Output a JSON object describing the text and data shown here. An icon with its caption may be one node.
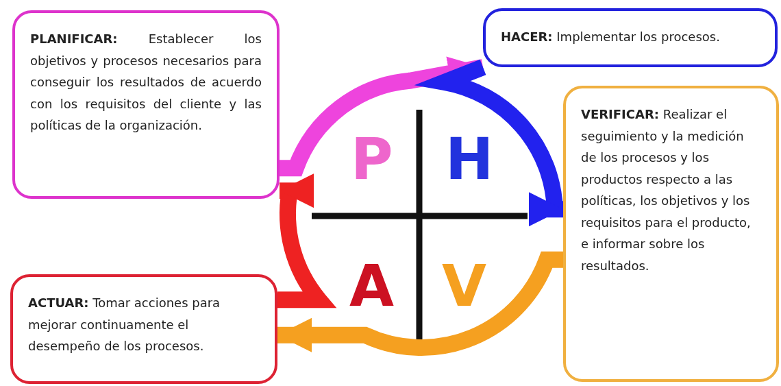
{
  "diagram": {
    "nodes": [
      {
        "text": [
          "**PLANIFICAR:** Establecer los objetivos y procesos necesarios para conseguir los resultados de acuerdo con los requisitos del cliente y las políticas de la organización."
        ]
      },
      {
        "text": [
          "**HACER:** Implementar los procesos."
        ]
      },
      {
        "text": [
          "**VERIFICAR:** Realizar el seguimiento y la medición de los procesos y los productos respecto a las políticas, los objetivos y los requisitos para el producto, e informar sobre los resultados."
        ]
      },
      {
        "text": [
          "**ACTUAR:** Tomar acciones para mejorar continuamente el desempeño de los procesos."
        ]
      },
      {
        "text": [
          "P"
        ]
      },
      {
        "text": [
          "H"
        ]
      },
      {
        "text": [
          "V"
        ]
      },
      {
        "text": [
          "A"
        ]
      }
    ],
    "edges": [
      {
        "from": 0,
        "to": 1,
        "arrow": "to",
        "color": "#ee44dd"
      },
      {
        "from": 1,
        "to": 2,
        "arrow": "to",
        "color": "#2222ee"
      },
      {
        "from": 2,
        "to": 3,
        "arrow": "to",
        "color": "#f5a020"
      },
      {
        "from": 3,
        "to": 0,
        "arrow": "to",
        "color": "#ee2222"
      }
    ]
  }
}
